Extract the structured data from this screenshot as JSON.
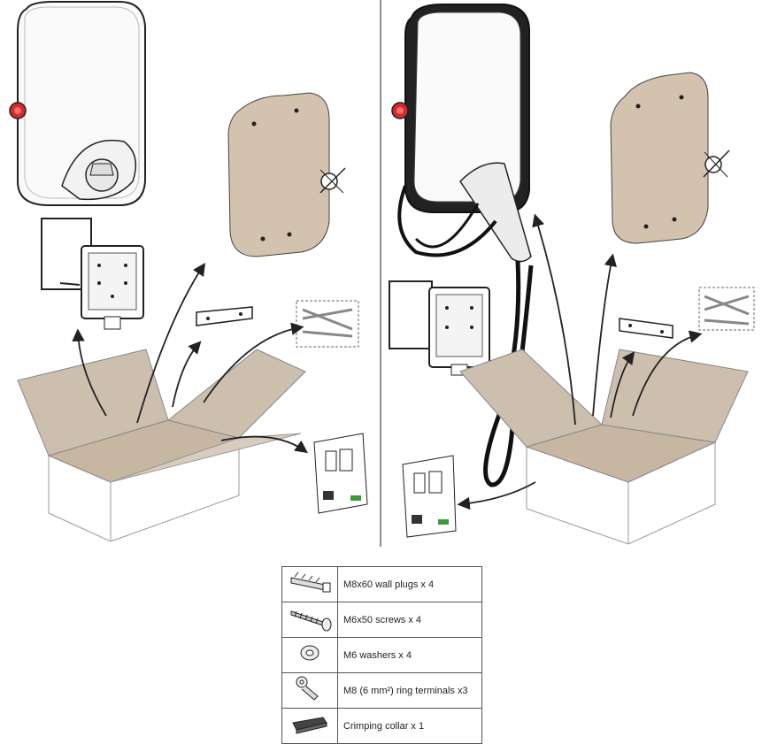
{
  "parts": [
    {
      "icon": "wall-plug-icon",
      "label": "M8x60 wall plugs x 4"
    },
    {
      "icon": "screw-icon",
      "label": "M6x50 screws x 4"
    },
    {
      "icon": "washer-icon",
      "label": "M6 washers x 4"
    },
    {
      "icon": "ring-terminal-icon",
      "label": "M8 (6 mm²) ring terminals x3"
    },
    {
      "icon": "crimping-collar-icon",
      "label": "Crimping collar x 1"
    }
  ],
  "colors": {
    "template": "#d2c2ae",
    "box_flap": "#cdbfae",
    "outline": "#333333",
    "led": "#d42a2a"
  }
}
